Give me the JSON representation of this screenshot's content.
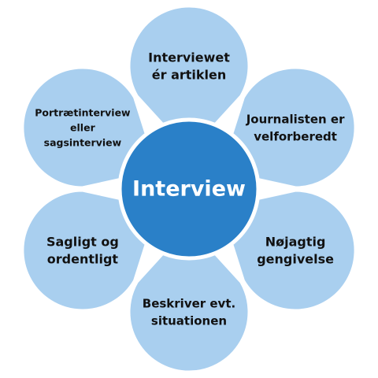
{
  "center": {
    "label": "Interview"
  },
  "petals": [
    {
      "lines": [
        "Interviewet",
        "ér artiklen"
      ]
    },
    {
      "lines": [
        "Journalisten er",
        "velforberedt"
      ]
    },
    {
      "lines": [
        "Nøjagtig",
        "gengivelse"
      ]
    },
    {
      "lines": [
        "Beskriver evt.",
        "situationen"
      ]
    },
    {
      "lines": [
        "Sagligt og",
        "ordentligt"
      ]
    },
    {
      "lines": [
        "Portrætinterview",
        "eller",
        "sagsinterview"
      ]
    }
  ],
  "colors": {
    "center_fill": "#2a80c8",
    "petal_fill": "#a9cfef",
    "outline": "#ffffff",
    "petal_text": "#111111",
    "center_text": "#ffffff"
  }
}
